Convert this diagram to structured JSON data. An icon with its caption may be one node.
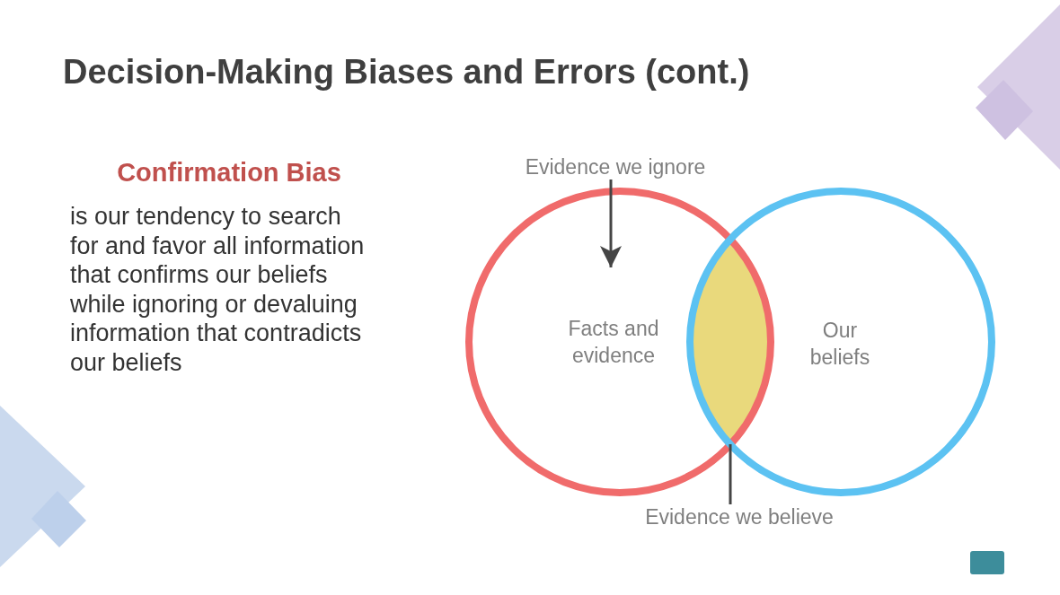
{
  "diagram": {
    "title": "Decision-Making Biases and Errors (cont.)",
    "nodes": [
      {
        "text": [
          "Evidence we ignore"
        ]
      },
      {
        "text": [
          "Facts and evidence"
        ]
      },
      {
        "text": [
          "Our beliefs"
        ]
      },
      {
        "text": [],
        "shape": "lens"
      },
      {
        "text": [
          "Evidence we believe"
        ]
      }
    ],
    "edges": [
      {
        "from": 0,
        "to": 1,
        "arrow": "to"
      },
      {
        "from": 4,
        "to": 3,
        "arrow": "none"
      }
    ],
    "labels": [
      "Confirmation Bias",
      "is our tendency to search for and favor all information that confirms our beliefs while ignoring or devaluing information that contradicts our beliefs"
    ]
  }
}
